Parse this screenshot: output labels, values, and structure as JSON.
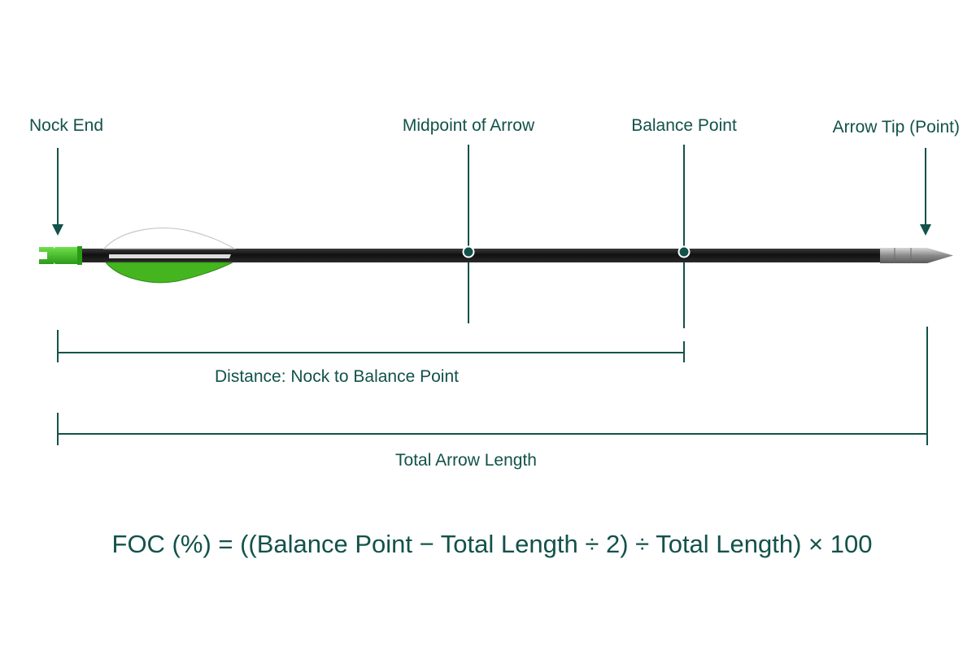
{
  "labels": {
    "nock_end": "Nock End",
    "midpoint": "Midpoint of Arrow",
    "balance_point": "Balance Point",
    "arrow_tip": "Arrow Tip (Point)",
    "distance": "Distance: Nock to Balance Point",
    "total_length": "Total Arrow Length"
  },
  "formula": "FOC (%) = ((Balance Point − Total Length ÷ 2) ÷ Total Length) × 100",
  "colors": {
    "annotation": "#12524a",
    "shaft": "#1c1c1c",
    "nock": "#3fbf2a",
    "vane_green": "#44b51f",
    "vane_white": "#ffffff",
    "point": "#9a9a9a"
  },
  "icons": {
    "arrow_down": "arrow-down-icon",
    "marker": "circle-marker-icon"
  }
}
